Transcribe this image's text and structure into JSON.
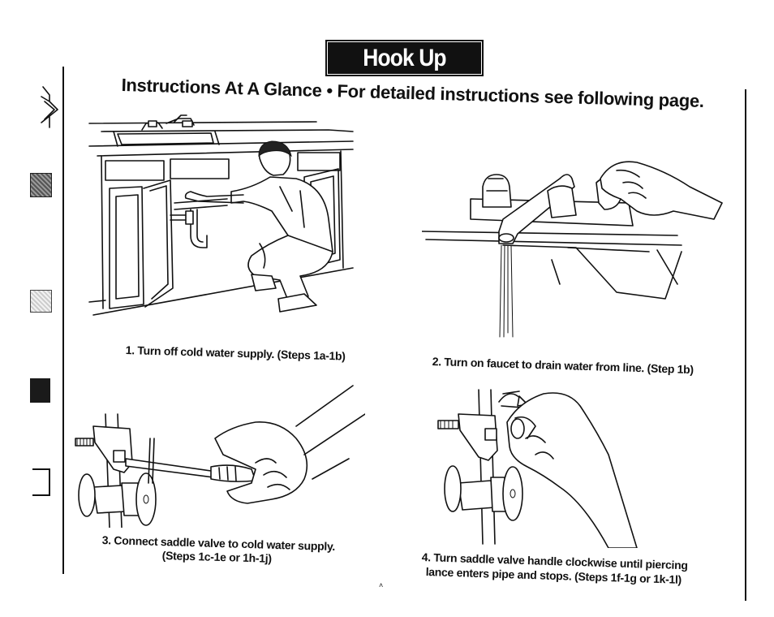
{
  "header": {
    "title": "Hook Up Water",
    "subtitle": "Instructions At A Glance • For detailed instructions see following page."
  },
  "steps": [
    {
      "caption_lines": [
        "1. Turn off cold water supply. (Steps 1a-1b)"
      ]
    },
    {
      "caption_lines": [
        "2. Turn on faucet to drain water from line. (Step 1b)"
      ]
    },
    {
      "caption_lines": [
        "3. Connect saddle valve to cold water supply.",
        "(Steps 1c-1e or 1h-1j)"
      ]
    },
    {
      "caption_lines": [
        "4. Turn saddle valve handle clockwise until piercing",
        "lance enters pipe and stops. (Steps 1f-1g or 1k-1l)"
      ]
    }
  ],
  "footer": {
    "mark": "˄"
  },
  "colors": {
    "ink": "#111111",
    "paper": "#ffffff",
    "title_bg": "#111111",
    "title_text": "#ffffff"
  },
  "icons": [
    "page-arrow-icon",
    "section-tab-icon"
  ]
}
